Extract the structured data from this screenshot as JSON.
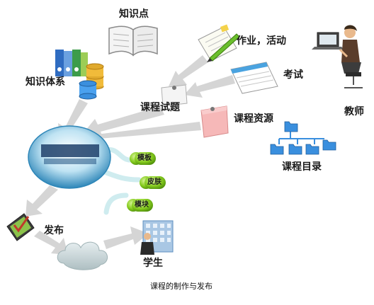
{
  "labels": {
    "knowledge_point": "知识点",
    "knowledge_system": "知识体系",
    "homework_activity": "作业，活动",
    "exam": "考试",
    "teacher": "教师",
    "course_exercise": "课程试题",
    "course_resource": "课程资源",
    "course_catalog": "课程目录",
    "publish": "发布",
    "student": "学生"
  },
  "pills": {
    "template": "模板",
    "skin": "皮肤",
    "module": "模块"
  },
  "caption": "课程的制作与发布",
  "colors": {
    "arrow": "#d3d3d3",
    "pill_green": "#86cc1f",
    "globe_blue": "#2d86b8",
    "cloud": "#cbd8da",
    "folder_blue": "#3a8fde"
  },
  "icons": [
    "book-icon",
    "binders-database-icon",
    "notepad-pencil-icon",
    "exam-paper-icon",
    "teacher-at-computer-icon",
    "pinned-note-icon",
    "pink-note-icon",
    "folder-tree-icon",
    "course-globe-icon",
    "publish-board-icon",
    "cloud-icon",
    "student-building-icon"
  ]
}
